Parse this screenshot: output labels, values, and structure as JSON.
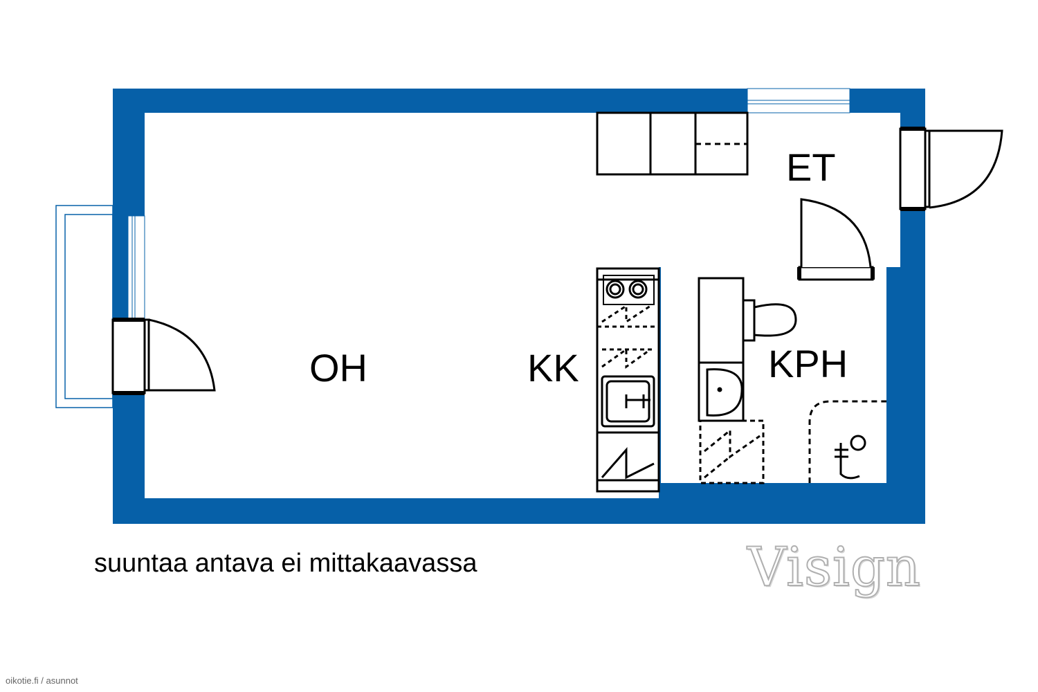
{
  "rooms": {
    "oh": "OH",
    "kk": "KK",
    "et": "ET",
    "kph": "KPH"
  },
  "caption": "suuntaa antava ei mittakaavassa",
  "logo": "Visign",
  "credit": "oikotie.fi / asunnot",
  "colors": {
    "wall": "#0660A8",
    "fixture_line": "#000000",
    "background": "#ffffff"
  }
}
